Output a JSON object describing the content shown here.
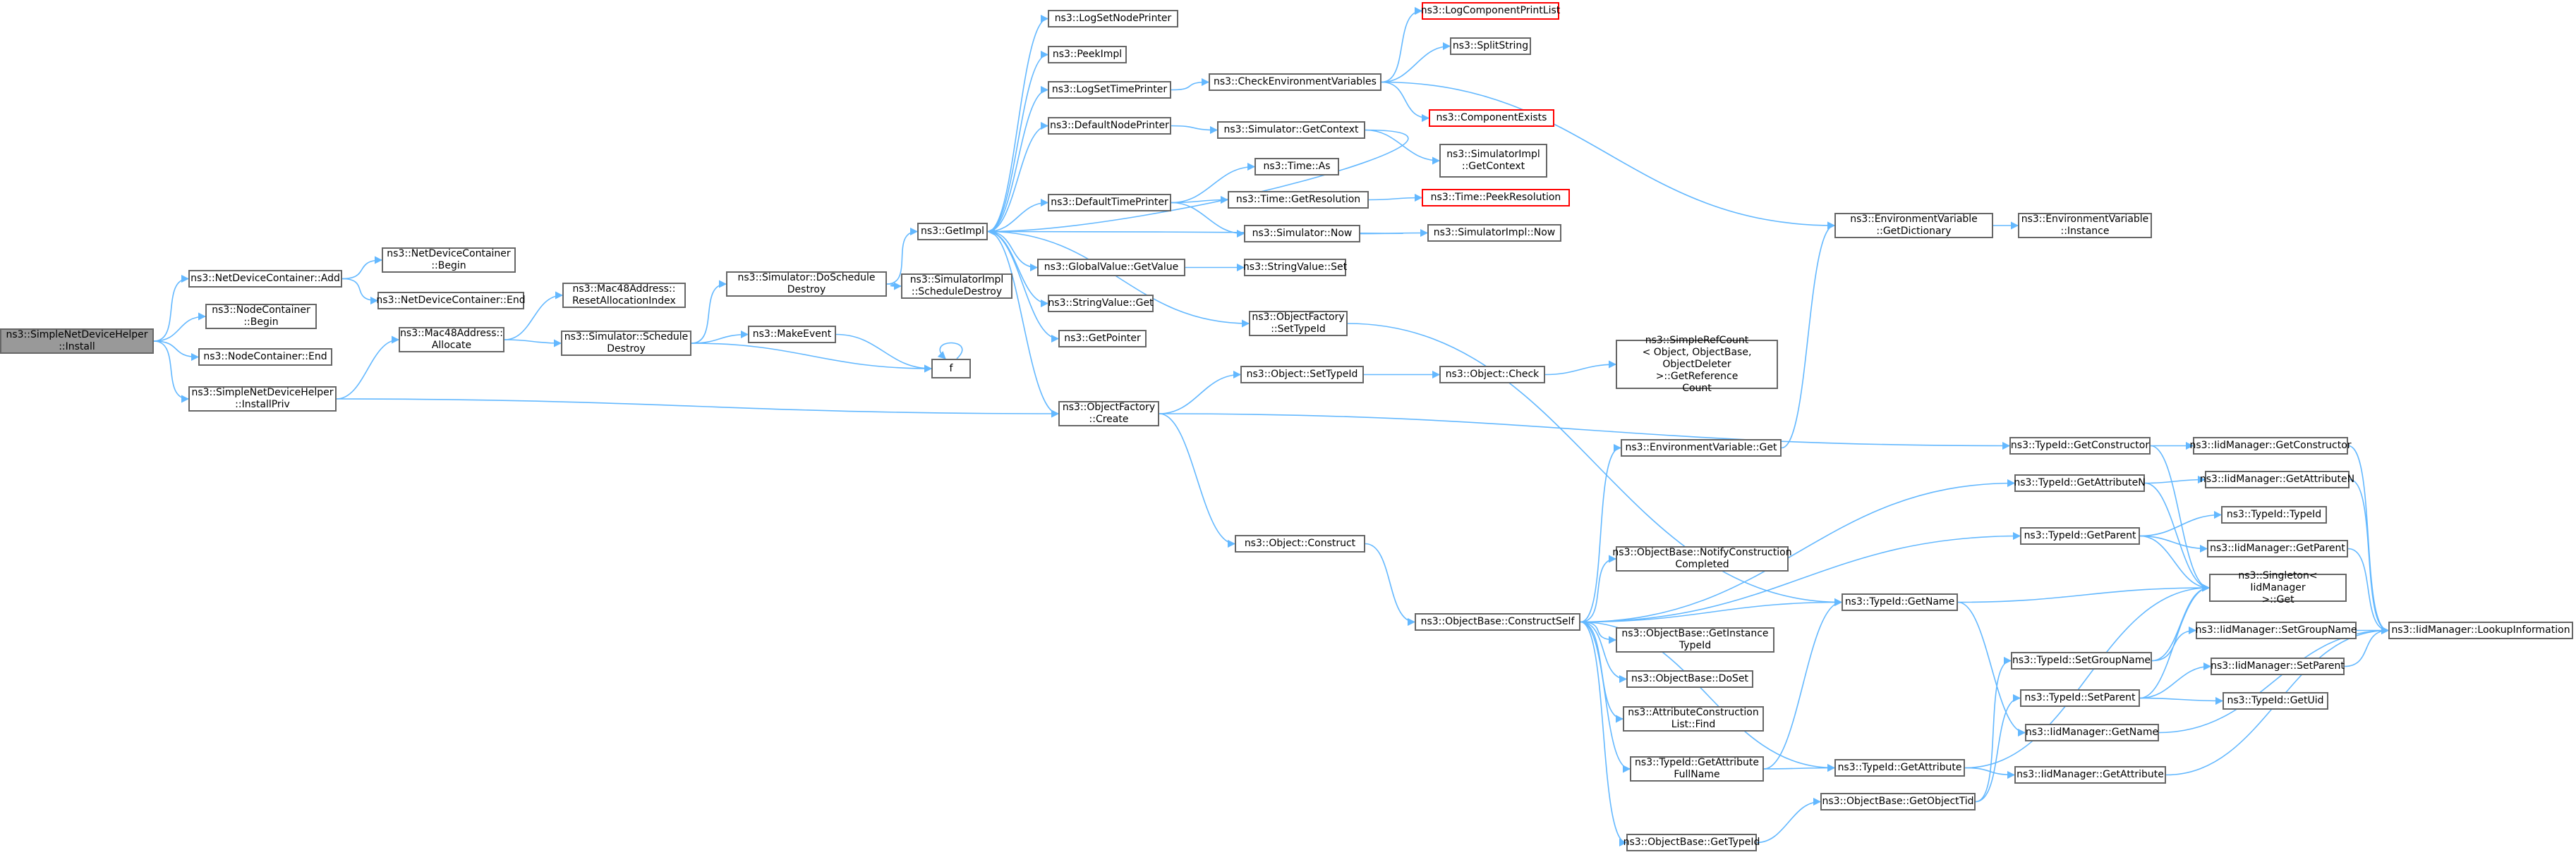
{
  "colors": {
    "edge": "#63b8ff",
    "border": "#666666",
    "missing": "#ff0000",
    "root_fill": "#999999"
  },
  "nodes": [
    {
      "id": "root",
      "label": "ns3::SimpleNetDeviceHelper\n::Install",
      "style": "root"
    },
    {
      "id": "ndc_add",
      "label": "ns3::NetDeviceContainer::Add"
    },
    {
      "id": "nc_begin",
      "label": "ns3::NodeContainer\n::Begin"
    },
    {
      "id": "nc_end",
      "label": "ns3::NodeContainer::End"
    },
    {
      "id": "sndh_priv",
      "label": "ns3::SimpleNetDeviceHelper\n::InstallPriv"
    },
    {
      "id": "ndc_begin",
      "label": "ns3::NetDeviceContainer\n::Begin"
    },
    {
      "id": "ndc_end",
      "label": "ns3::NetDeviceContainer::End"
    },
    {
      "id": "mac_reset",
      "label": "ns3::Mac48Address::\nResetAllocationIndex"
    },
    {
      "id": "mac_alloc",
      "label": "ns3::Mac48Address::\nAllocate"
    },
    {
      "id": "sim_dosched",
      "label": "ns3::Simulator::DoSchedule\nDestroy"
    },
    {
      "id": "sim_sched",
      "label": "ns3::Simulator::Schedule\nDestroy"
    },
    {
      "id": "makeevent",
      "label": "ns3::MakeEvent"
    },
    {
      "id": "f",
      "label": "f"
    },
    {
      "id": "simimpl_sched",
      "label": "ns3::SimulatorImpl\n::ScheduleDestroy"
    },
    {
      "id": "getimpl",
      "label": "ns3::GetImpl"
    },
    {
      "id": "logsetnode",
      "label": "ns3::LogSetNodePrinter"
    },
    {
      "id": "peekimpl",
      "label": "ns3::PeekImpl"
    },
    {
      "id": "logsettime",
      "label": "ns3::LogSetTimePrinter"
    },
    {
      "id": "defnode",
      "label": "ns3::DefaultNodePrinter"
    },
    {
      "id": "deftime",
      "label": "ns3::DefaultTimePrinter"
    },
    {
      "id": "gv_get",
      "label": "ns3::GlobalValue::GetValue"
    },
    {
      "id": "strval_get",
      "label": "ns3::StringValue::Get"
    },
    {
      "id": "getpointer",
      "label": "ns3::GetPointer"
    },
    {
      "id": "of_settid",
      "label": "ns3::ObjectFactory\n::SetTypeId"
    },
    {
      "id": "of_create",
      "label": "ns3::ObjectFactory\n::Create"
    },
    {
      "id": "checkenv",
      "label": "ns3::CheckEnvironmentVariables"
    },
    {
      "id": "sim_getctx",
      "label": "ns3::Simulator::GetContext"
    },
    {
      "id": "time_as",
      "label": "ns3::Time::As"
    },
    {
      "id": "time_getres",
      "label": "ns3::Time::GetResolution"
    },
    {
      "id": "sim_now",
      "label": "ns3::Simulator::Now"
    },
    {
      "id": "strval_set",
      "label": "ns3::StringValue::Set"
    },
    {
      "id": "obj_settid",
      "label": "ns3::Object::SetTypeId"
    },
    {
      "id": "obj_construct",
      "label": "ns3::Object::Construct"
    },
    {
      "id": "logcomp",
      "label": "ns3::LogComponentPrintList",
      "style": "red"
    },
    {
      "id": "splitstr",
      "label": "ns3::SplitString"
    },
    {
      "id": "compexists",
      "label": "ns3::ComponentExists",
      "style": "red"
    },
    {
      "id": "simimpl_getctx",
      "label": "ns3::SimulatorImpl\n::GetContext"
    },
    {
      "id": "time_peekres",
      "label": "ns3::Time::PeekResolution",
      "style": "red"
    },
    {
      "id": "simimpl_now",
      "label": "ns3::SimulatorImpl::Now"
    },
    {
      "id": "obj_check",
      "label": "ns3::Object::Check"
    },
    {
      "id": "simplerefcount",
      "label": "ns3::SimpleRefCount\n< Object, ObjectBase,\n ObjectDeleter >::GetReference\nCount"
    },
    {
      "id": "envvar_getdict",
      "label": "ns3::EnvironmentVariable\n::GetDictionary"
    },
    {
      "id": "envvar_inst",
      "label": "ns3::EnvironmentVariable\n::Instance"
    },
    {
      "id": "envvar_get",
      "label": "ns3::EnvironmentVariable::Get"
    },
    {
      "id": "ob_construct",
      "label": "ns3::ObjectBase::ConstructSelf"
    },
    {
      "id": "ob_notify",
      "label": "ns3::ObjectBase::NotifyConstruction\nCompleted"
    },
    {
      "id": "ob_getinst",
      "label": "ns3::ObjectBase::GetInstance\nTypeId"
    },
    {
      "id": "ob_doset",
      "label": "ns3::ObjectBase::DoSet"
    },
    {
      "id": "acl_find",
      "label": "ns3::AttributeConstruction\nList::Find"
    },
    {
      "id": "tid_getattrfull",
      "label": "ns3::TypeId::GetAttribute\nFullName"
    },
    {
      "id": "ob_gettid",
      "label": "ns3::ObjectBase::GetTypeId"
    },
    {
      "id": "tid_getname",
      "label": "ns3::TypeId::GetName"
    },
    {
      "id": "tid_getattr",
      "label": "ns3::TypeId::GetAttribute"
    },
    {
      "id": "ob_getobjtid",
      "label": "ns3::ObjectBase::GetObjectTid"
    },
    {
      "id": "tid_getctor",
      "label": "ns3::TypeId::GetConstructor"
    },
    {
      "id": "tid_getattrn",
      "label": "ns3::TypeId::GetAttributeN"
    },
    {
      "id": "tid_getparent",
      "label": "ns3::TypeId::GetParent"
    },
    {
      "id": "tid_setgroup",
      "label": "ns3::TypeId::SetGroupName"
    },
    {
      "id": "tid_setparent",
      "label": "ns3::TypeId::SetParent"
    },
    {
      "id": "iid_getctor",
      "label": "ns3::IidManager::GetConstructor"
    },
    {
      "id": "iid_getattrn",
      "label": "ns3::IidManager::GetAttributeN"
    },
    {
      "id": "tid_typeid",
      "label": "ns3::TypeId::TypeId"
    },
    {
      "id": "iid_getparent",
      "label": "ns3::IidManager::GetParent"
    },
    {
      "id": "singleton_get",
      "label": "ns3::Singleton< IidManager\n>::Get"
    },
    {
      "id": "iid_setgroup",
      "label": "ns3::IidManager::SetGroupName"
    },
    {
      "id": "iid_setparent",
      "label": "ns3::IidManager::SetParent"
    },
    {
      "id": "tid_getuid",
      "label": "ns3::TypeId::GetUid"
    },
    {
      "id": "iid_getname",
      "label": "ns3::IidManager::GetName"
    },
    {
      "id": "iid_getattr",
      "label": "ns3::IidManager::GetAttribute"
    },
    {
      "id": "iid_lookup",
      "label": "ns3::IidManager::LookupInformation"
    }
  ],
  "edges": [
    [
      "root",
      "ndc_add"
    ],
    [
      "root",
      "nc_begin"
    ],
    [
      "root",
      "nc_end"
    ],
    [
      "root",
      "sndh_priv"
    ],
    [
      "ndc_add",
      "ndc_begin"
    ],
    [
      "ndc_add",
      "ndc_end"
    ],
    [
      "sndh_priv",
      "mac_alloc"
    ],
    [
      "sndh_priv",
      "of_create"
    ],
    [
      "mac_alloc",
      "mac_reset"
    ],
    [
      "mac_alloc",
      "sim_sched"
    ],
    [
      "sim_sched",
      "sim_dosched"
    ],
    [
      "sim_sched",
      "makeevent"
    ],
    [
      "sim_sched",
      "f"
    ],
    [
      "makeevent",
      "f"
    ],
    [
      "f",
      "f"
    ],
    [
      "sim_dosched",
      "getimpl"
    ],
    [
      "sim_dosched",
      "simimpl_sched"
    ],
    [
      "getimpl",
      "logsetnode"
    ],
    [
      "getimpl",
      "peekimpl"
    ],
    [
      "getimpl",
      "logsettime"
    ],
    [
      "getimpl",
      "defnode"
    ],
    [
      "getimpl",
      "deftime"
    ],
    [
      "getimpl",
      "gv_get"
    ],
    [
      "getimpl",
      "strval_get"
    ],
    [
      "getimpl",
      "getpointer"
    ],
    [
      "getimpl",
      "of_settid"
    ],
    [
      "getimpl",
      "of_create"
    ],
    [
      "logsettime",
      "checkenv"
    ],
    [
      "defnode",
      "sim_getctx"
    ],
    [
      "deftime",
      "time_as"
    ],
    [
      "deftime",
      "time_getres"
    ],
    [
      "deftime",
      "sim_now"
    ],
    [
      "sim_now",
      "getimpl"
    ],
    [
      "sim_now",
      "simimpl_now"
    ],
    [
      "gv_get",
      "strval_set"
    ],
    [
      "checkenv",
      "logcomp"
    ],
    [
      "checkenv",
      "splitstr"
    ],
    [
      "checkenv",
      "compexists"
    ],
    [
      "checkenv",
      "envvar_getdict"
    ],
    [
      "sim_getctx",
      "getimpl"
    ],
    [
      "sim_getctx",
      "simimpl_getctx"
    ],
    [
      "time_getres",
      "time_peekres"
    ],
    [
      "of_settid",
      "tid_getname"
    ],
    [
      "of_create",
      "obj_settid"
    ],
    [
      "of_create",
      "obj_construct"
    ],
    [
      "of_create",
      "tid_getctor"
    ],
    [
      "obj_settid",
      "obj_check"
    ],
    [
      "obj_check",
      "simplerefcount"
    ],
    [
      "envvar_getdict",
      "envvar_inst"
    ],
    [
      "envvar_get",
      "envvar_getdict"
    ],
    [
      "obj_construct",
      "ob_construct"
    ],
    [
      "ob_construct",
      "envvar_get"
    ],
    [
      "ob_construct",
      "tid_getattrn"
    ],
    [
      "ob_construct",
      "tid_getparent"
    ],
    [
      "ob_construct",
      "ob_notify"
    ],
    [
      "ob_construct",
      "tid_getname"
    ],
    [
      "ob_construct",
      "ob_getinst"
    ],
    [
      "ob_construct",
      "ob_doset"
    ],
    [
      "ob_construct",
      "acl_find"
    ],
    [
      "ob_construct",
      "tid_getattrfull"
    ],
    [
      "ob_construct",
      "tid_getattr"
    ],
    [
      "ob_construct",
      "ob_gettid"
    ],
    [
      "tid_getattrfull",
      "tid_getname"
    ],
    [
      "tid_getattrfull",
      "tid_getattr"
    ],
    [
      "ob_gettid",
      "ob_getobjtid"
    ],
    [
      "ob_getobjtid",
      "tid_setgroup"
    ],
    [
      "ob_getobjtid",
      "tid_setparent"
    ],
    [
      "tid_getname",
      "singleton_get"
    ],
    [
      "tid_getname",
      "iid_getname"
    ],
    [
      "tid_getattr",
      "singleton_get"
    ],
    [
      "tid_getattr",
      "iid_getattr"
    ],
    [
      "tid_getctor",
      "iid_getctor"
    ],
    [
      "tid_getctor",
      "singleton_get"
    ],
    [
      "tid_getattrn",
      "iid_getattrn"
    ],
    [
      "tid_getattrn",
      "singleton_get"
    ],
    [
      "tid_getparent",
      "tid_typeid"
    ],
    [
      "tid_getparent",
      "iid_getparent"
    ],
    [
      "tid_getparent",
      "singleton_get"
    ],
    [
      "tid_setgroup",
      "singleton_get"
    ],
    [
      "tid_setgroup",
      "iid_setgroup"
    ],
    [
      "tid_setparent",
      "singleton_get"
    ],
    [
      "tid_setparent",
      "iid_setparent"
    ],
    [
      "tid_setparent",
      "tid_getuid"
    ],
    [
      "iid_getctor",
      "iid_lookup"
    ],
    [
      "iid_getattrn",
      "iid_lookup"
    ],
    [
      "iid_getparent",
      "iid_lookup"
    ],
    [
      "iid_setgroup",
      "iid_lookup"
    ],
    [
      "iid_setparent",
      "iid_lookup"
    ],
    [
      "iid_getname",
      "iid_lookup"
    ],
    [
      "iid_getattr",
      "iid_lookup"
    ]
  ]
}
